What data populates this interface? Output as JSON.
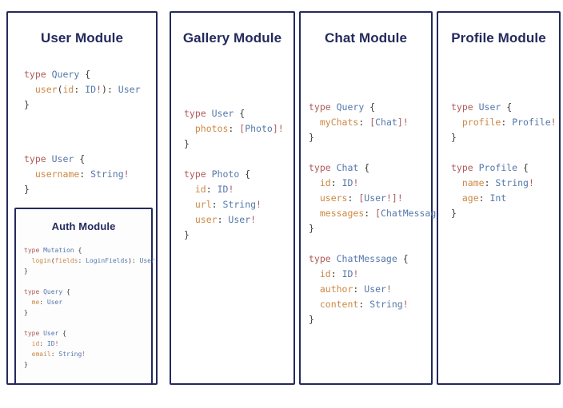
{
  "page": {
    "background": "#ffffff",
    "border_color": "#232a5c",
    "title_color": "#232a5c",
    "keyword_color": "#b05a5a",
    "typename_color": "#5577aa",
    "field_color": "#cc8844",
    "punctuation_color": "#3a3a3a"
  },
  "modules": [
    {
      "id": "user",
      "title": "User Module",
      "blocks": [
        {
          "lines": [
            [
              {
                "t": "type ",
                "c": "kw"
              },
              {
                "t": "Query",
                "c": "tn"
              },
              {
                "t": " {",
                "c": "pun"
              }
            ],
            [
              {
                "t": "  ",
                "c": "pun"
              },
              {
                "t": "user",
                "c": "fld"
              },
              {
                "t": "(",
                "c": "pun"
              },
              {
                "t": "id",
                "c": "fld"
              },
              {
                "t": ": ",
                "c": "pun"
              },
              {
                "t": "ID",
                "c": "tn"
              },
              {
                "t": "!",
                "c": "kw"
              },
              {
                "t": "): ",
                "c": "pun"
              },
              {
                "t": "User",
                "c": "tn"
              }
            ],
            [
              {
                "t": "}",
                "c": "pun"
              }
            ]
          ]
        },
        {
          "lines": [
            [
              {
                "t": "type ",
                "c": "kw"
              },
              {
                "t": "User",
                "c": "tn"
              },
              {
                "t": " {",
                "c": "pun"
              }
            ],
            [
              {
                "t": "  ",
                "c": "pun"
              },
              {
                "t": "username",
                "c": "fld"
              },
              {
                "t": ": ",
                "c": "pun"
              },
              {
                "t": "String",
                "c": "tn"
              },
              {
                "t": "!",
                "c": "kw"
              }
            ],
            [
              {
                "t": "}",
                "c": "pun"
              }
            ]
          ]
        }
      ]
    },
    {
      "id": "gallery",
      "title": "Gallery Module",
      "blocks": [
        {
          "lines": [
            [
              {
                "t": "type ",
                "c": "kw"
              },
              {
                "t": "User",
                "c": "tn"
              },
              {
                "t": " {",
                "c": "pun"
              }
            ],
            [
              {
                "t": "  ",
                "c": "pun"
              },
              {
                "t": "photos",
                "c": "fld"
              },
              {
                "t": ": ",
                "c": "pun"
              },
              {
                "t": "[",
                "c": "kw"
              },
              {
                "t": "Photo",
                "c": "tn"
              },
              {
                "t": "]!",
                "c": "kw"
              }
            ],
            [
              {
                "t": "}",
                "c": "pun"
              }
            ]
          ]
        },
        {
          "lines": [
            [
              {
                "t": "type ",
                "c": "kw"
              },
              {
                "t": "Photo",
                "c": "tn"
              },
              {
                "t": " {",
                "c": "pun"
              }
            ],
            [
              {
                "t": "  ",
                "c": "pun"
              },
              {
                "t": "id",
                "c": "fld"
              },
              {
                "t": ": ",
                "c": "pun"
              },
              {
                "t": "ID",
                "c": "tn"
              },
              {
                "t": "!",
                "c": "kw"
              }
            ],
            [
              {
                "t": "  ",
                "c": "pun"
              },
              {
                "t": "url",
                "c": "fld"
              },
              {
                "t": ": ",
                "c": "pun"
              },
              {
                "t": "String",
                "c": "tn"
              },
              {
                "t": "!",
                "c": "kw"
              }
            ],
            [
              {
                "t": "  ",
                "c": "pun"
              },
              {
                "t": "user",
                "c": "fld"
              },
              {
                "t": ": ",
                "c": "pun"
              },
              {
                "t": "User",
                "c": "tn"
              },
              {
                "t": "!",
                "c": "kw"
              }
            ],
            [
              {
                "t": "}",
                "c": "pun"
              }
            ]
          ]
        }
      ]
    },
    {
      "id": "chat",
      "title": "Chat Module",
      "blocks": [
        {
          "lines": [
            [
              {
                "t": "type ",
                "c": "kw"
              },
              {
                "t": "Query",
                "c": "tn"
              },
              {
                "t": " {",
                "c": "pun"
              }
            ],
            [
              {
                "t": "  ",
                "c": "pun"
              },
              {
                "t": "myChats",
                "c": "fld"
              },
              {
                "t": ": ",
                "c": "pun"
              },
              {
                "t": "[",
                "c": "kw"
              },
              {
                "t": "Chat",
                "c": "tn"
              },
              {
                "t": "]!",
                "c": "kw"
              }
            ],
            [
              {
                "t": "}",
                "c": "pun"
              }
            ]
          ]
        },
        {
          "lines": [
            [
              {
                "t": "type ",
                "c": "kw"
              },
              {
                "t": "Chat",
                "c": "tn"
              },
              {
                "t": " {",
                "c": "pun"
              }
            ],
            [
              {
                "t": "  ",
                "c": "pun"
              },
              {
                "t": "id",
                "c": "fld"
              },
              {
                "t": ": ",
                "c": "pun"
              },
              {
                "t": "ID",
                "c": "tn"
              },
              {
                "t": "!",
                "c": "kw"
              }
            ],
            [
              {
                "t": "  ",
                "c": "pun"
              },
              {
                "t": "users",
                "c": "fld"
              },
              {
                "t": ": ",
                "c": "pun"
              },
              {
                "t": "[",
                "c": "kw"
              },
              {
                "t": "User",
                "c": "tn"
              },
              {
                "t": "!]!",
                "c": "kw"
              }
            ],
            [
              {
                "t": "  ",
                "c": "pun"
              },
              {
                "t": "messages",
                "c": "fld"
              },
              {
                "t": ": ",
                "c": "pun"
              },
              {
                "t": "[",
                "c": "kw"
              },
              {
                "t": "ChatMessage",
                "c": "tn"
              },
              {
                "t": "]!",
                "c": "kw"
              }
            ],
            [
              {
                "t": "}",
                "c": "pun"
              }
            ]
          ]
        },
        {
          "lines": [
            [
              {
                "t": "type ",
                "c": "kw"
              },
              {
                "t": "ChatMessage",
                "c": "tn"
              },
              {
                "t": " {",
                "c": "pun"
              }
            ],
            [
              {
                "t": "  ",
                "c": "pun"
              },
              {
                "t": "id",
                "c": "fld"
              },
              {
                "t": ": ",
                "c": "pun"
              },
              {
                "t": "ID",
                "c": "tn"
              },
              {
                "t": "!",
                "c": "kw"
              }
            ],
            [
              {
                "t": "  ",
                "c": "pun"
              },
              {
                "t": "author",
                "c": "fld"
              },
              {
                "t": ": ",
                "c": "pun"
              },
              {
                "t": "User",
                "c": "tn"
              },
              {
                "t": "!",
                "c": "kw"
              }
            ],
            [
              {
                "t": "  ",
                "c": "pun"
              },
              {
                "t": "content",
                "c": "fld"
              },
              {
                "t": ": ",
                "c": "pun"
              },
              {
                "t": "String",
                "c": "tn"
              },
              {
                "t": "!",
                "c": "kw"
              }
            ],
            [
              {
                "t": "}",
                "c": "pun"
              }
            ]
          ]
        }
      ]
    },
    {
      "id": "profile",
      "title": "Profile Module",
      "blocks": [
        {
          "lines": [
            [
              {
                "t": "type ",
                "c": "kw"
              },
              {
                "t": "User",
                "c": "tn"
              },
              {
                "t": " {",
                "c": "pun"
              }
            ],
            [
              {
                "t": "  ",
                "c": "pun"
              },
              {
                "t": "profile",
                "c": "fld"
              },
              {
                "t": ": ",
                "c": "pun"
              },
              {
                "t": "Profile",
                "c": "tn"
              },
              {
                "t": "!",
                "c": "kw"
              }
            ],
            [
              {
                "t": "}",
                "c": "pun"
              }
            ]
          ]
        },
        {
          "lines": [
            [
              {
                "t": "type ",
                "c": "kw"
              },
              {
                "t": "Profile",
                "c": "tn"
              },
              {
                "t": " {",
                "c": "pun"
              }
            ],
            [
              {
                "t": "  ",
                "c": "pun"
              },
              {
                "t": "name",
                "c": "fld"
              },
              {
                "t": ": ",
                "c": "pun"
              },
              {
                "t": "String",
                "c": "tn"
              },
              {
                "t": "!",
                "c": "kw"
              }
            ],
            [
              {
                "t": "  ",
                "c": "pun"
              },
              {
                "t": "age",
                "c": "fld"
              },
              {
                "t": ": ",
                "c": "pun"
              },
              {
                "t": "Int",
                "c": "tn"
              }
            ],
            [
              {
                "t": "}",
                "c": "pun"
              }
            ]
          ]
        }
      ]
    }
  ],
  "nested_module": {
    "id": "auth",
    "title": "Auth Module",
    "blocks": [
      {
        "lines": [
          [
            {
              "t": "type ",
              "c": "kw"
            },
            {
              "t": "Mutation",
              "c": "tn"
            },
            {
              "t": " {",
              "c": "pun"
            }
          ],
          [
            {
              "t": "  ",
              "c": "pun"
            },
            {
              "t": "login",
              "c": "fld"
            },
            {
              "t": "(",
              "c": "pun"
            },
            {
              "t": "fields",
              "c": "fld"
            },
            {
              "t": ": ",
              "c": "pun"
            },
            {
              "t": "LoginFields",
              "c": "tn"
            },
            {
              "t": "): ",
              "c": "pun"
            },
            {
              "t": "User",
              "c": "tn"
            }
          ],
          [
            {
              "t": "}",
              "c": "pun"
            }
          ]
        ]
      },
      {
        "lines": [
          [
            {
              "t": "type ",
              "c": "kw"
            },
            {
              "t": "Query",
              "c": "tn"
            },
            {
              "t": " {",
              "c": "pun"
            }
          ],
          [
            {
              "t": "  ",
              "c": "pun"
            },
            {
              "t": "me",
              "c": "fld"
            },
            {
              "t": ": ",
              "c": "pun"
            },
            {
              "t": "User",
              "c": "tn"
            }
          ],
          [
            {
              "t": "}",
              "c": "pun"
            }
          ]
        ]
      },
      {
        "lines": [
          [
            {
              "t": "type ",
              "c": "kw"
            },
            {
              "t": "User",
              "c": "tn"
            },
            {
              "t": " {",
              "c": "pun"
            }
          ],
          [
            {
              "t": "  ",
              "c": "pun"
            },
            {
              "t": "id",
              "c": "fld"
            },
            {
              "t": ": ",
              "c": "pun"
            },
            {
              "t": "ID",
              "c": "tn"
            },
            {
              "t": "!",
              "c": "kw"
            }
          ],
          [
            {
              "t": "  ",
              "c": "pun"
            },
            {
              "t": "email",
              "c": "fld"
            },
            {
              "t": ": ",
              "c": "pun"
            },
            {
              "t": "String",
              "c": "tn"
            },
            {
              "t": "!",
              "c": "kw"
            }
          ],
          [
            {
              "t": "}",
              "c": "pun"
            }
          ]
        ]
      }
    ]
  }
}
